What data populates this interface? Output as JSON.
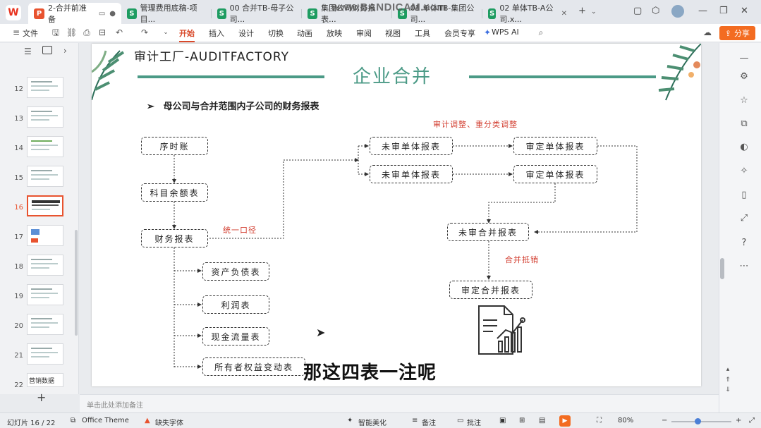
{
  "app": {
    "logo_letter": "W",
    "watermark": "www.BANDICAM.com",
    "tabs": [
      {
        "badge": "P",
        "label": "2-合并前准备",
        "active": true
      },
      {
        "badge": "S",
        "label": "管理费用底稿-项目..."
      },
      {
        "badge": "S",
        "label": "00 合并TB-母子公司..."
      },
      {
        "badge": "S",
        "label": "集团公司财务报表..."
      },
      {
        "badge": "S",
        "label": "01 单体TB-集团公司..."
      },
      {
        "badge": "S",
        "label": "02 单体TB-A公司.x..."
      }
    ],
    "add_tab": "+",
    "window_buttons": [
      "▢",
      "⬡",
      "—",
      "❐",
      "✕"
    ]
  },
  "ribbon": {
    "file_menu": "文件",
    "tabs": [
      "开始",
      "插入",
      "设计",
      "切换",
      "动画",
      "放映",
      "审阅",
      "视图",
      "工具",
      "会员专享",
      "WPS AI"
    ],
    "active_tab": "开始",
    "share": "分享"
  },
  "thumbnails": {
    "numbers": [
      "12",
      "13",
      "14",
      "15",
      "16",
      "17",
      "18",
      "19",
      "20",
      "21",
      "22"
    ],
    "active": "16",
    "last_label": "营销数据"
  },
  "slide": {
    "brand": "审计工厂-AUDITFACTORY",
    "title": "企业合并",
    "subheading_arrow": "➢",
    "subheading": "母公司与合并范围内子公司的财务报表",
    "boxes": {
      "ledger": "序时账",
      "balance": "科目余额表",
      "statements": "财务报表",
      "balance_sheet": "资产负债表",
      "income": "利润表",
      "cashflow": "现金流量表",
      "equity": "所有者权益变动表",
      "unaudited1": "未审单体报表",
      "unaudited2": "未审单体报表",
      "audited1": "审定单体报表",
      "audited2": "审定单体报表",
      "unaudited_consol": "未审合并报表",
      "audited_consol": "审定合并报表"
    },
    "labels": {
      "unified": "统一口径",
      "adjustments": "审计调整、重分类调整",
      "elimination": "合并抵销"
    },
    "caption": "那这四表一注呢"
  },
  "notes": {
    "placeholder": "单击此处添加备注"
  },
  "status": {
    "slide_counter": "幻灯片 16 / 22",
    "theme": "Office Theme",
    "missing_font": "缺失字体",
    "smart_beautify": "智能美化",
    "notes_btn": "备注",
    "comments_btn": "批注",
    "zoom": "80%"
  }
}
